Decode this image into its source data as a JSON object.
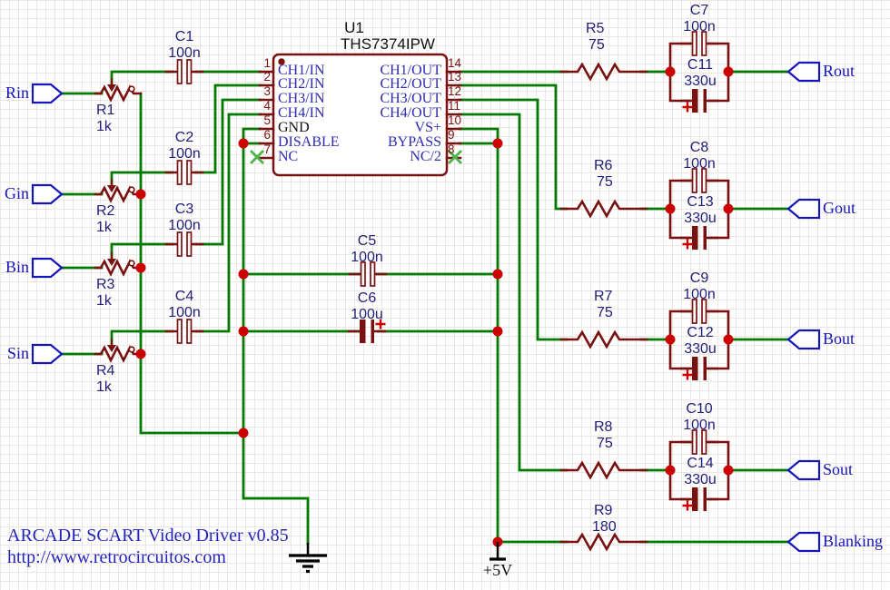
{
  "title_block": {
    "line1": "ARCADE SCART Video Driver v0.85",
    "line2": "http://www.retrocircuitos.com"
  },
  "power": {
    "rail_label": "+5V"
  },
  "ic": {
    "ref": "U1",
    "part": "THS7374IPW",
    "pins_left": [
      {
        "num": "1",
        "name": "CH1/IN"
      },
      {
        "num": "2",
        "name": "CH2/IN"
      },
      {
        "num": "3",
        "name": "CH3/IN"
      },
      {
        "num": "4",
        "name": "CH4/IN"
      },
      {
        "num": "5",
        "name": "GND"
      },
      {
        "num": "6",
        "name": "DISABLE"
      },
      {
        "num": "7",
        "name": "NC"
      }
    ],
    "pins_right": [
      {
        "num": "14",
        "name": "CH1/OUT"
      },
      {
        "num": "13",
        "name": "CH2/OUT"
      },
      {
        "num": "12",
        "name": "CH3/OUT"
      },
      {
        "num": "11",
        "name": "CH4/OUT"
      },
      {
        "num": "10",
        "name": "VS+"
      },
      {
        "num": "9",
        "name": "BYPASS"
      },
      {
        "num": "8",
        "name": "NC/2"
      }
    ]
  },
  "ports": {
    "inputs": [
      "Rin",
      "Gin",
      "Bin",
      "Sin"
    ],
    "outputs": [
      "Rout",
      "Gout",
      "Bout",
      "Sout",
      "Blanking"
    ]
  },
  "resistors": [
    {
      "ref": "R1",
      "value": "1k"
    },
    {
      "ref": "R2",
      "value": "1k"
    },
    {
      "ref": "R3",
      "value": "1k"
    },
    {
      "ref": "R4",
      "value": "1k"
    },
    {
      "ref": "R5",
      "value": "75"
    },
    {
      "ref": "R6",
      "value": "75"
    },
    {
      "ref": "R7",
      "value": "75"
    },
    {
      "ref": "R8",
      "value": "75"
    },
    {
      "ref": "R9",
      "value": "180"
    }
  ],
  "capacitors": [
    {
      "ref": "C1",
      "value": "100n"
    },
    {
      "ref": "C2",
      "value": "100n"
    },
    {
      "ref": "C3",
      "value": "100n"
    },
    {
      "ref": "C4",
      "value": "100n"
    },
    {
      "ref": "C5",
      "value": "100n"
    },
    {
      "ref": "C6",
      "value": "100u"
    },
    {
      "ref": "C7",
      "value": "100n"
    },
    {
      "ref": "C8",
      "value": "100n"
    },
    {
      "ref": "C9",
      "value": "100n"
    },
    {
      "ref": "C10",
      "value": "100n"
    },
    {
      "ref": "C11",
      "value": "330u"
    },
    {
      "ref": "C12",
      "value": "330u"
    },
    {
      "ref": "C13",
      "value": "330u"
    },
    {
      "ref": "C14",
      "value": "330u"
    }
  ],
  "colors": {
    "wire": "#007a00",
    "component": "#7a1111",
    "junction": "#cc0000",
    "pin_name": "#2b2bb4",
    "label": "#20207a",
    "port": "#1515bb",
    "title": "#2424bd",
    "no_connect": "#4ab54a",
    "grid": "#ebe6e1",
    "text": "#111111"
  }
}
